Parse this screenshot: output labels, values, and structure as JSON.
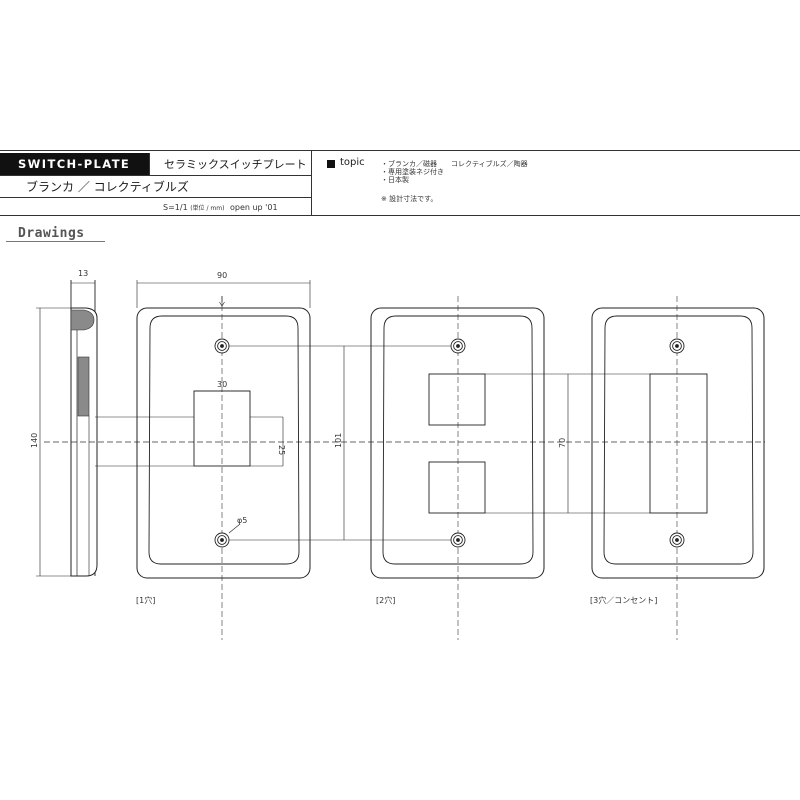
{
  "header": {
    "badge": "SWITCH-PLATE",
    "title_ja": "セラミックスイッチプレート",
    "subtitle_ja": "ブランカ ／ コレクティブルズ",
    "scale_prefix": "S=1/1",
    "scale_unit": "(単位 / mm)",
    "scale_suffix": "open up '01",
    "topic_label": "topic",
    "topic_notes": [
      "・ブランカ／磁器　　コレクティブルズ／陶器",
      "・専用塗装ネジ付き",
      "・日本製"
    ],
    "topic_footnote": "※ 設計寸法です。"
  },
  "section_label": "Drawings",
  "dimensions": {
    "thickness": "13",
    "width": "90",
    "height": "140",
    "opening_width": "30",
    "opening_height": "25",
    "screw_pitch": "101",
    "double_pitch": "70",
    "screw_hole": "φ5"
  },
  "captions": {
    "one_gang": "[1穴]",
    "two_gang": "[2穴]",
    "three_gang": "[3穴／コンセント]"
  }
}
